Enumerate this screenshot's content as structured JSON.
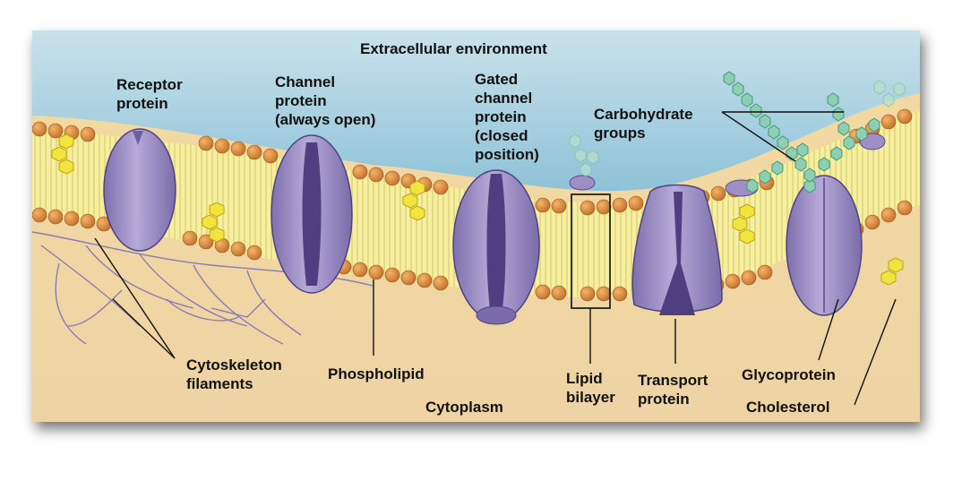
{
  "labels": {
    "extracellular": "Extracellular environment",
    "receptor": "Receptor\nprotein",
    "channel": "Channel\nprotein\n(always open)",
    "gated": "Gated\nchannel\nprotein\n(closed\nposition)",
    "carbohydrate": "Carbohydrate\ngroups",
    "cytoskeleton": "Cytoskeleton\nfilaments",
    "phospholipid": "Phospholipid",
    "cytoplasm": "Cytoplasm",
    "lipid_bilayer": "Lipid\nbilayer",
    "transport": "Transport\nprotein",
    "glycoprotein": "Glycoprotein",
    "cholesterol": "Cholesterol"
  },
  "colors": {
    "extracellular": "#a8d0e0",
    "cytoplasm": "#eed9a8",
    "lipid_tail": "#f3ec9c",
    "head": "#d98a35",
    "protein": "#9d8fc4",
    "protein_dark": "#5a4a8a",
    "cholesterol": "#f1e23a",
    "carbohydrate": "#8ecfb4"
  }
}
